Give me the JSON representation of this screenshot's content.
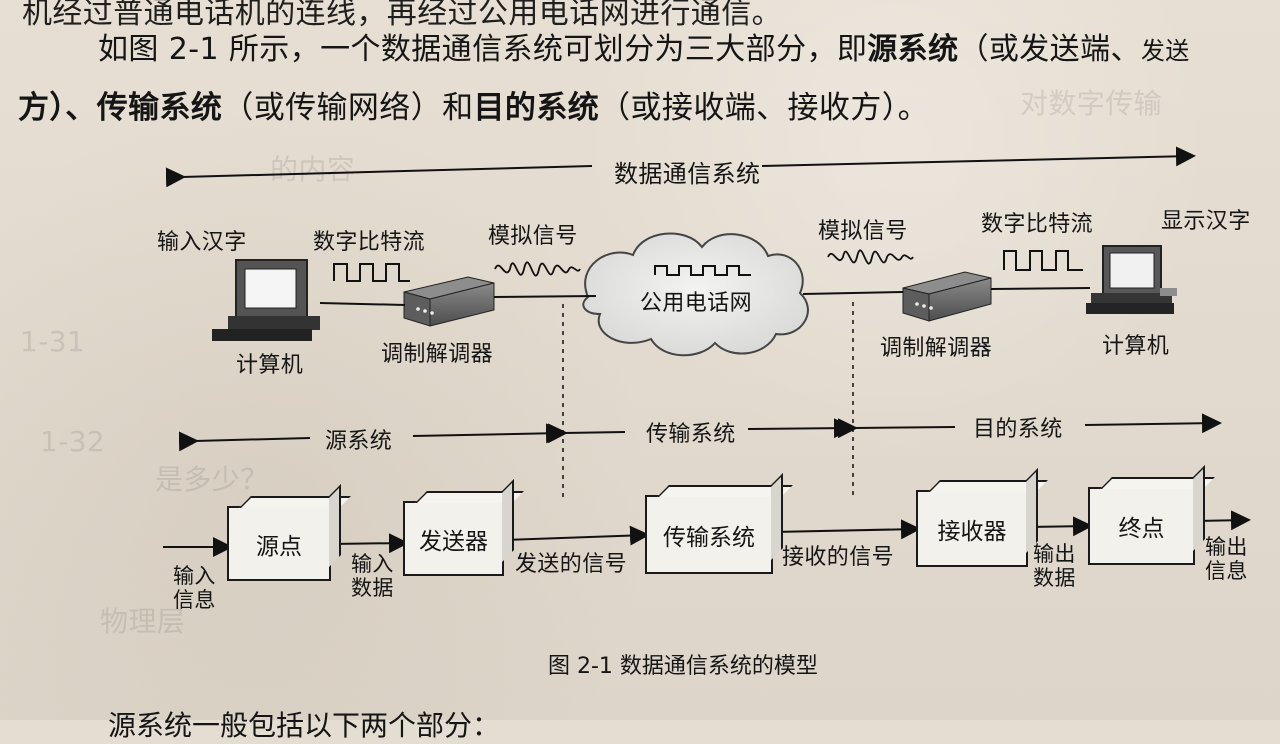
{
  "text": {
    "top_fragment": "机经过普通电话机的连线，再经过公用电话网进行通信。",
    "intro_line_1_normal_1": "如图 2-1 所示，一个数据通信系统可划分为三大部分，即",
    "intro_line_1_bold_1": "源系统",
    "intro_line_1_normal_2": "（或发送端、",
    "intro_line_1_tail": "发送",
    "intro_line_2_bold_1": "方）、传输系统",
    "intro_line_2_normal_1": "（或传输网络）和",
    "intro_line_2_bold_2": "目的系统",
    "intro_line_2_normal_2": "（或接收端、接收方）。"
  },
  "diagram": {
    "top_label": "数据通信系统",
    "input_chinese": "输入汉字",
    "digital_stream_left": "数字比特流",
    "analog_signal_left": "模拟信号",
    "analog_signal_right": "模拟信号",
    "digital_stream_right": "数字比特流",
    "display_chinese": "显示汉字",
    "computer_left": "计算机",
    "modem_left": "调制解调器",
    "cloud": "公用电话网",
    "modem_right": "调制解调器",
    "computer_right": "计算机",
    "source_system": "源系统",
    "transmission_system": "传输系统",
    "destination_system": "目的系统",
    "source_point": "源点",
    "transmitter": "发送器",
    "transmission_box": "传输系统",
    "receiver": "接收器",
    "destination_point": "终点",
    "input_info": "输入\n信息",
    "input_data": "输入\n数据",
    "sent_signal": "发送的信号",
    "received_signal": "接收的信号",
    "output_data": "输出\n数据",
    "output_info": "输出\n信息",
    "caption": "图 2-1    数据通信系统的模型"
  },
  "bottom_fragment": "源系统一般包括以下两个部分：",
  "colors": {
    "paper": "#e4ddd1",
    "ink": "#151515",
    "ghost": "#b8b1a7"
  }
}
